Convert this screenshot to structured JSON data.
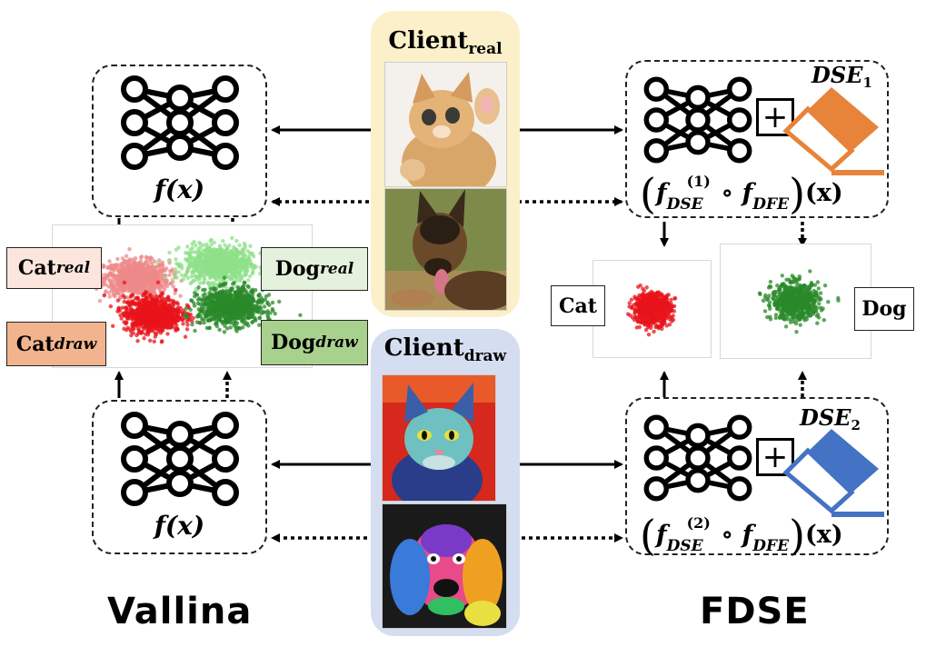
{
  "left_panel": {
    "title": "Vallina",
    "top_function": "f(x)",
    "bottom_function": "f(x)",
    "labels": {
      "cat_real": {
        "base": "Cat",
        "sub": "real"
      },
      "dog_real": {
        "base": "Dog",
        "sub": "real"
      },
      "cat_draw": {
        "base": "Cat",
        "sub": "draw"
      },
      "dog_draw": {
        "base": "Dog",
        "sub": "draw"
      }
    }
  },
  "right_panel": {
    "title": "FDSE",
    "plus_sign": "+",
    "top_module": {
      "base": "DSE",
      "sub": "1"
    },
    "bottom_module": {
      "base": "DSE",
      "sub": "2"
    },
    "top_formula": {
      "f": "f",
      "sup": "(1)",
      "sub1": "DSE",
      "op": "∘",
      "f2": "f",
      "sub2": "DFE",
      "arg": "(x)"
    },
    "bottom_formula": {
      "f": "f",
      "sup": "(2)",
      "sub1": "DSE",
      "op": "∘",
      "f2": "f",
      "sub2": "DFE",
      "arg": "(x)"
    },
    "cat_label": "Cat",
    "dog_label": "Dog"
  },
  "clients": {
    "real": {
      "base": "Client",
      "sub": "real",
      "panel_color": "#fbf0c9",
      "photos": [
        "kitten-photo",
        "german-shepherd-photo"
      ]
    },
    "draw": {
      "base": "Client",
      "sub": "draw",
      "panel_color": "#d5def0",
      "photos": [
        "painted-cat",
        "painted-dog"
      ]
    }
  },
  "colors": {
    "cat_real_box": "#fbe5dd",
    "dog_real_box": "#e4f1dc",
    "cat_draw_box": "#f2b48e",
    "dog_draw_box": "#a9d18e",
    "dse1_eraser": "#e8833a",
    "dse2_eraser": "#4472c4",
    "cat_real_points": "#ee8a8a",
    "cat_draw_points": "#e8141b",
    "dog_real_points": "#8fe08a",
    "dog_draw_points": "#2a8a2a"
  },
  "chart_data": [
    {
      "type": "scatter",
      "name_in_figure": "vallina-feature-space",
      "series": [
        {
          "name": "Cat_real",
          "center": [
            -1.4,
            0.5
          ],
          "spread": [
            0.9,
            0.45
          ],
          "count": 900
        },
        {
          "name": "Dog_real",
          "center": [
            1.1,
            0.9
          ],
          "spread": [
            0.9,
            0.45
          ],
          "count": 900
        },
        {
          "name": "Cat_draw",
          "center": [
            -0.9,
            -0.5
          ],
          "spread": [
            0.8,
            0.45
          ],
          "count": 900
        },
        {
          "name": "Dog_draw",
          "center": [
            1.5,
            -0.3
          ],
          "spread": [
            0.9,
            0.45
          ],
          "count": 900
        }
      ],
      "xlim": [
        -4,
        4
      ],
      "ylim": [
        -2,
        2
      ]
    },
    {
      "type": "scatter",
      "name_in_figure": "fdse-cat-space",
      "series": [
        {
          "name": "Cat",
          "center": [
            0,
            0
          ],
          "spread": [
            1,
            1
          ],
          "count": 700
        }
      ],
      "xlim": [
        -3.5,
        3.5
      ],
      "ylim": [
        -3.5,
        3.5
      ]
    },
    {
      "type": "scatter",
      "name_in_figure": "fdse-dog-space",
      "series": [
        {
          "name": "Dog",
          "center": [
            0,
            0
          ],
          "spread": [
            1,
            1
          ],
          "count": 700
        }
      ],
      "xlim": [
        -3.5,
        3.5
      ],
      "ylim": [
        -3.5,
        3.5
      ]
    }
  ]
}
